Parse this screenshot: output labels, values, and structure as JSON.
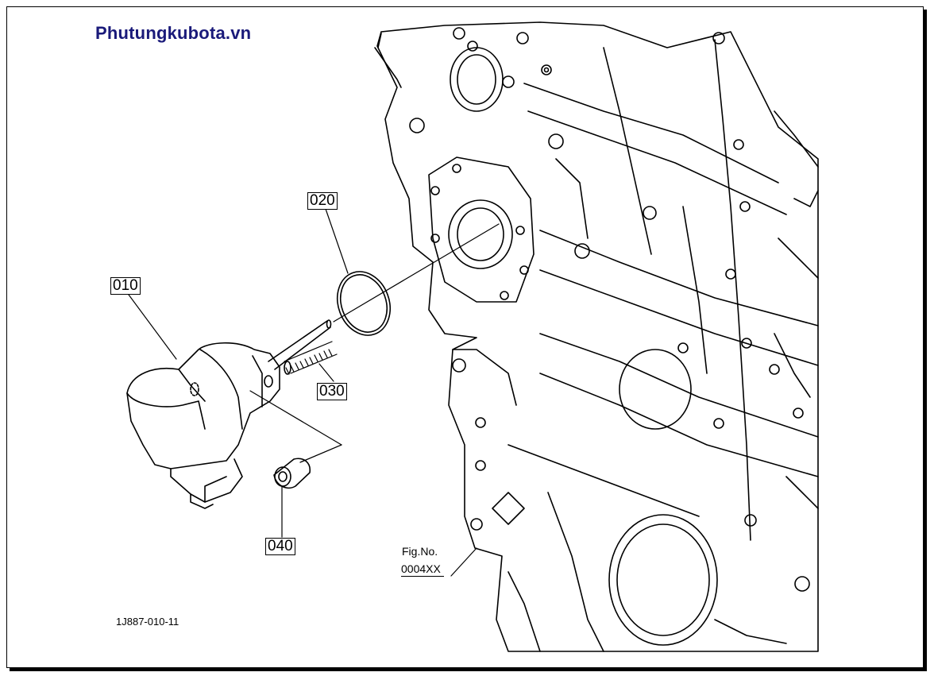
{
  "brand": {
    "text": "Phutungkubota.vn",
    "color": "#1a1a7a"
  },
  "callouts": [
    {
      "id": "010",
      "text": "010"
    },
    {
      "id": "020",
      "text": "020"
    },
    {
      "id": "030",
      "text": "030"
    },
    {
      "id": "040",
      "text": "040"
    }
  ],
  "figure_reference": {
    "line1": "Fig.No.",
    "line2": "0004XX"
  },
  "document_code": "1J887-010-11"
}
